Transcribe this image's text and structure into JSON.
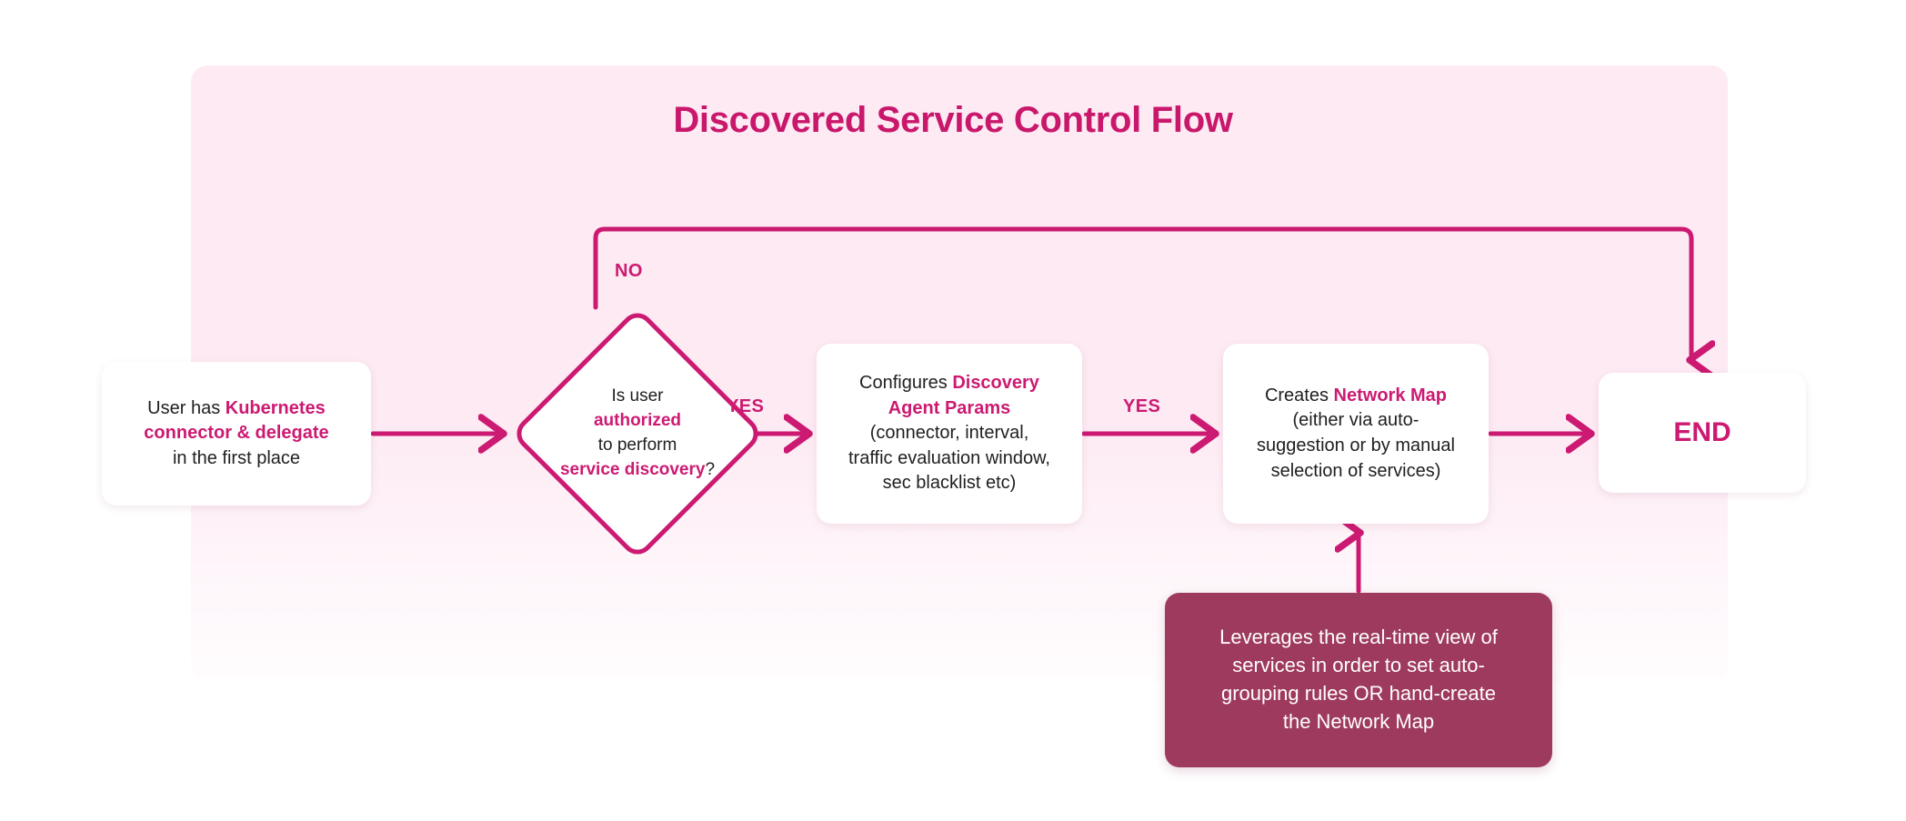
{
  "title": "Discovered Service Control Flow",
  "theme": {
    "accent": "#cc1a72",
    "panel_bg": "#fdeaf3",
    "note_bg": "#9e3a5d",
    "node_bg": "#ffffff",
    "text": "#1f1f1f",
    "note_text": "#ffffff"
  },
  "chart_data": {
    "type": "diagram",
    "title": "Discovered Service Control Flow",
    "nodes": [
      {
        "id": "start",
        "shape": "rounded-rect",
        "label": "User has Kubernetes connector & delegate in the first place"
      },
      {
        "id": "decision",
        "shape": "diamond",
        "label": "Is user authorized to perform service discovery?"
      },
      {
        "id": "config",
        "shape": "rounded-rect",
        "label": "Configures Discovery Agent Params (connector, interval, traffic evaluation window, sec blacklist etc)"
      },
      {
        "id": "netmap",
        "shape": "rounded-rect",
        "label": "Creates Network Map (either via auto-suggestion or by manual selection of services)"
      },
      {
        "id": "end",
        "shape": "rounded-rect",
        "label": "END"
      },
      {
        "id": "note",
        "shape": "rounded-rect-filled",
        "label": "Leverages the real-time view of services in order to set auto-grouping rules OR hand-create the Network Map"
      }
    ],
    "edges": [
      {
        "from": "start",
        "to": "decision",
        "label": ""
      },
      {
        "from": "decision",
        "to": "config",
        "label": "YES"
      },
      {
        "from": "decision",
        "to": "end",
        "label": "NO"
      },
      {
        "from": "config",
        "to": "netmap",
        "label": "YES"
      },
      {
        "from": "netmap",
        "to": "end",
        "label": ""
      },
      {
        "from": "note",
        "to": "netmap",
        "label": ""
      }
    ]
  },
  "nodes": {
    "start": {
      "line1_plain": "User has ",
      "line1_hl": "Kubernetes",
      "line2_hl": "connector & delegate",
      "line3_plain": "in the first place"
    },
    "decision": {
      "line1": "Is user",
      "line2_hl": "authorized",
      "line3": "to perform",
      "line4_hl": "service discovery",
      "line4_tail": "?"
    },
    "config": {
      "line1_plain": "Configures ",
      "line1_hl": "Discovery",
      "line2_hl": "Agent Params",
      "line3": "(connector, interval,",
      "line4": "traffic evaluation window,",
      "line5": "sec blacklist etc)"
    },
    "netmap": {
      "line1_plain": "Creates ",
      "line1_hl": "Network Map",
      "line2": "(either via auto-",
      "line3": "suggestion or by manual",
      "line4": "selection of services)"
    },
    "end": {
      "label": "END"
    },
    "note": {
      "line1": "Leverages the real-time view of",
      "line2": "services in order to set auto-",
      "line3": "grouping rules OR hand-create",
      "line4": "the Network Map"
    }
  },
  "edge_labels": {
    "no": "NO",
    "yes_1": "YES",
    "yes_2": "YES"
  }
}
